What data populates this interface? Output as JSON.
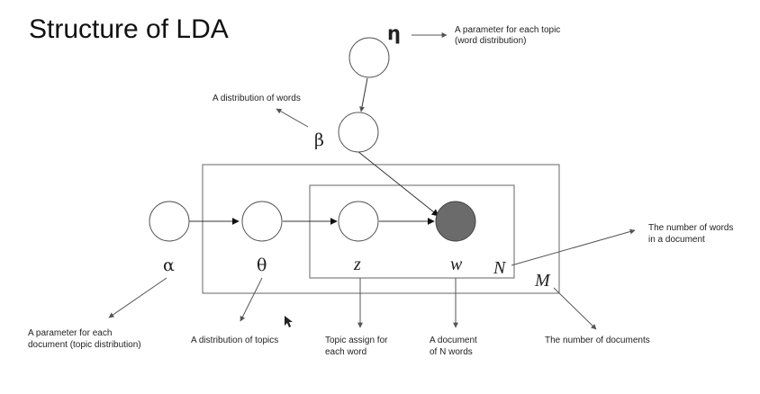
{
  "slide": {
    "title": "Structure of LDA"
  },
  "symbols": {
    "eta": "η",
    "beta": "β",
    "alpha": "α",
    "theta": "θ",
    "z": "z",
    "w": "w",
    "N": "N",
    "M": "M"
  },
  "annotations": {
    "eta_line1": "A parameter for each topic",
    "eta_line2": "(word distribution)",
    "beta": "A distribution of words",
    "N_line1": "The number of words",
    "N_line2": "in a document",
    "alpha_line1": "A parameter for each",
    "alpha_line2": "document (topic distribution)",
    "theta": "A distribution of topics",
    "z_line1": "Topic assign for",
    "z_line2": "each word",
    "w_line1": "A document",
    "w_line2": "of N words",
    "M": "The number of documents"
  },
  "colors": {
    "observed_node": "#6b6b6b",
    "latent_node": "#ffffff",
    "lines": "#333333"
  }
}
